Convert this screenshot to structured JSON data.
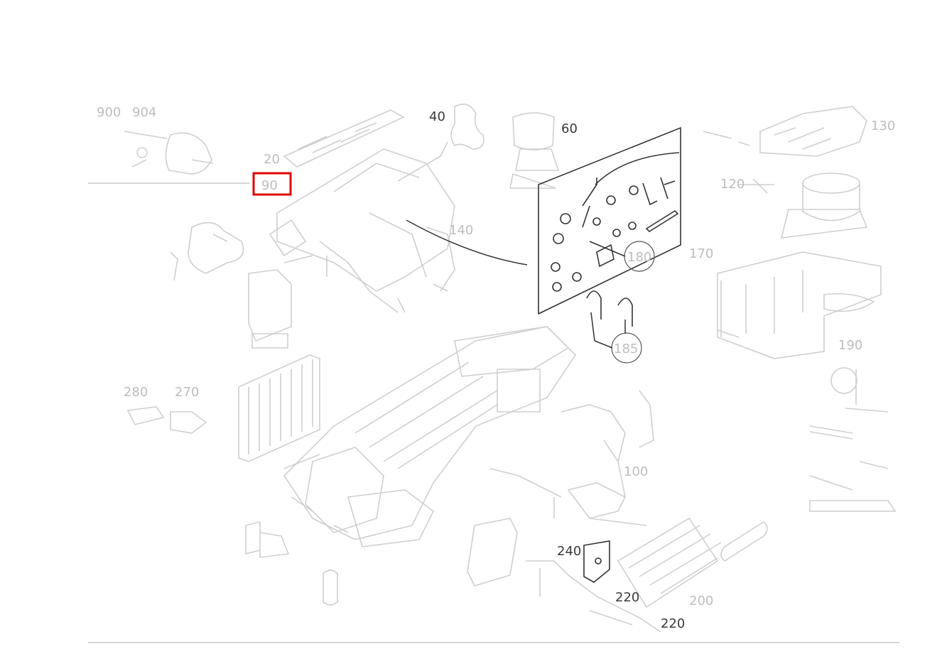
{
  "labels": {
    "l_900": "900",
    "l_904": "904",
    "l_20": "20",
    "l_40": "40",
    "l_60": "60",
    "l_90": "90",
    "l_120": "120",
    "l_130": "130",
    "l_170": "170",
    "l_180": "180",
    "l_185": "185",
    "l_240": "240",
    "l_220a": "220",
    "l_220b": "220",
    "l_200": "200",
    "l_280": "280",
    "l_270": "270",
    "l_190": "190",
    "l_100": "100",
    "l_140": "140"
  },
  "colors": {
    "highlight": "#e00000",
    "faded": "#c9c9c9",
    "ink": "#333333"
  }
}
